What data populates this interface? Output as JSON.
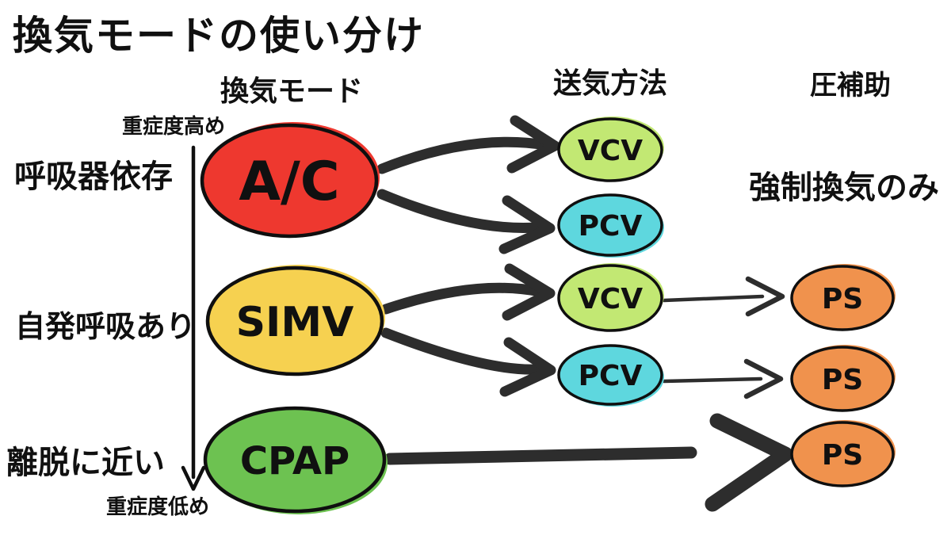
{
  "title": "換気モードの使い分け",
  "columns": {
    "mode": "換気モード",
    "delivery": "送気方法",
    "assist": "圧補助"
  },
  "severity_axis": {
    "top": "重症度高め",
    "bottom": "重症度低め"
  },
  "row_labels": {
    "ventilator_dependent": "呼吸器依存",
    "spontaneous_breathing": "自発呼吸あり",
    "near_weaning": "離脱に近い"
  },
  "annotations": {
    "forced_ventilation_only": "強制換気のみ"
  },
  "nodes": {
    "ac": {
      "label": "A/C",
      "fill": "#ee382f"
    },
    "simv": {
      "label": "SIMV",
      "fill": "#f6d150"
    },
    "cpap": {
      "label": "CPAP",
      "fill": "#6dc251"
    },
    "vcv": {
      "label": "VCV",
      "fill": "#c2e873"
    },
    "pcv": {
      "label": "PCV",
      "fill": "#5ed7de"
    },
    "ps": {
      "label": "PS",
      "fill": "#f0924d"
    }
  },
  "edges": [
    {
      "from": "A/C",
      "to": "VCV"
    },
    {
      "from": "A/C",
      "to": "PCV"
    },
    {
      "from": "SIMV",
      "to": "VCV"
    },
    {
      "from": "SIMV",
      "to": "PCV"
    },
    {
      "from": "VCV",
      "to": "PS"
    },
    {
      "from": "PCV",
      "to": "PS"
    },
    {
      "from": "CPAP",
      "to": "PS"
    }
  ],
  "style": {
    "arrow_ink": "#2d2d2d",
    "axis_ink": "#101010",
    "background": "#ffffff"
  }
}
